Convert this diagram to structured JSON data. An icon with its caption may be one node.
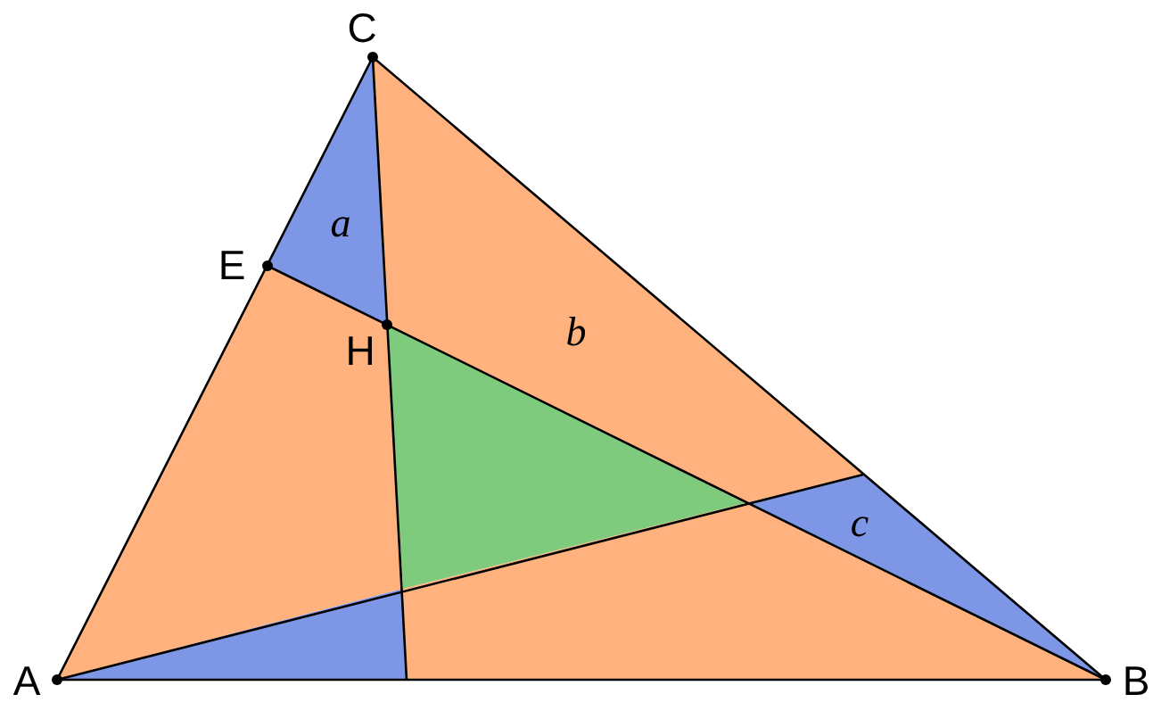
{
  "diagram": {
    "labels": [
      "C",
      "E",
      "a",
      "H",
      "b",
      "c",
      "A",
      "B"
    ]
  }
}
